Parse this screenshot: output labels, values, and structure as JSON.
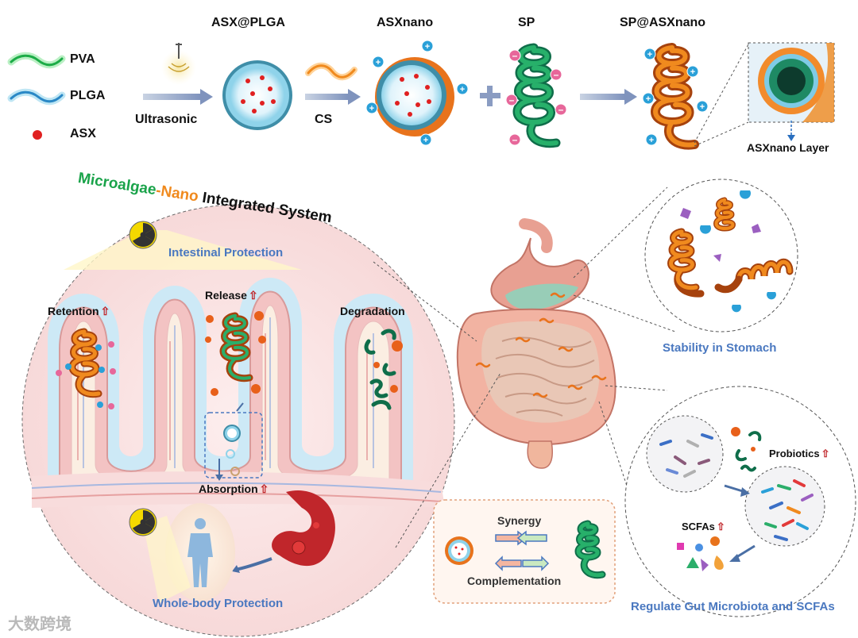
{
  "legend": {
    "pva": "PVA",
    "plga": "PLGA",
    "asx": "ASX"
  },
  "top": {
    "step1": "ASX@PLGA",
    "step2": "ASXnano",
    "step3": "SP",
    "step4": "SP@ASXnano",
    "ultrasonic": "Ultrasonic",
    "cs": "CS",
    "layer": "ASXnano Layer"
  },
  "title": {
    "part1": "Microalgae",
    "dash": "-",
    "part2": "Nano",
    "part3": " Integrated System"
  },
  "intestine": {
    "intestinal_protection": "Intestinal Protection",
    "retention": "Retention",
    "release": "Release",
    "degradation": "Degradation",
    "absorption": "Absorption",
    "whole_body": "Whole-body Protection"
  },
  "right": {
    "stability": "Stability in Stomach",
    "probiotics": "Probiotics",
    "scfas": "SCFAs",
    "regulate": "Regulate Gut Microbiota and SCFAs"
  },
  "center_box": {
    "synergy": "Synergy",
    "complementation": "Complementation"
  },
  "watermark": "大数跨境",
  "colors": {
    "green_title": "#1aa34a",
    "orange": "#f08a1e",
    "blue_label": "#4a78c0",
    "arrow_up": "#c0262b"
  }
}
